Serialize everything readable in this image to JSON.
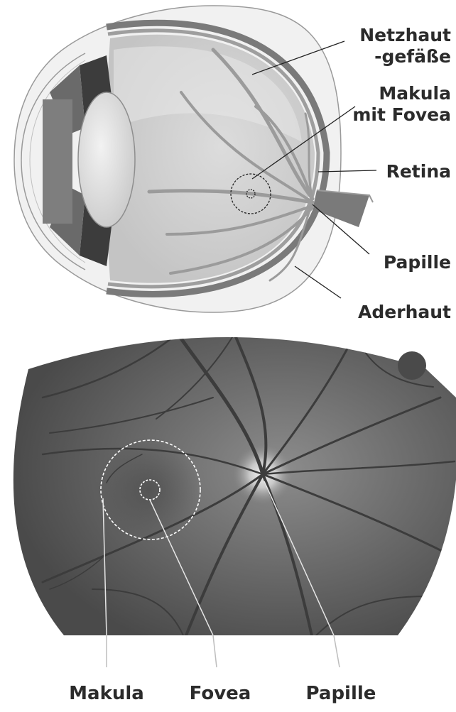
{
  "eye_labels": {
    "netzhaut_line1": "Netzhaut",
    "netzhaut_line2": "-gefäße",
    "makula_line1": "Makula",
    "makula_line2": "mit Fovea",
    "retina": "Retina",
    "papille": "Papille",
    "aderhaut": "Aderhaut"
  },
  "fundus_labels": {
    "makula": "Makula",
    "fovea": "Fovea",
    "papille": "Papille"
  }
}
